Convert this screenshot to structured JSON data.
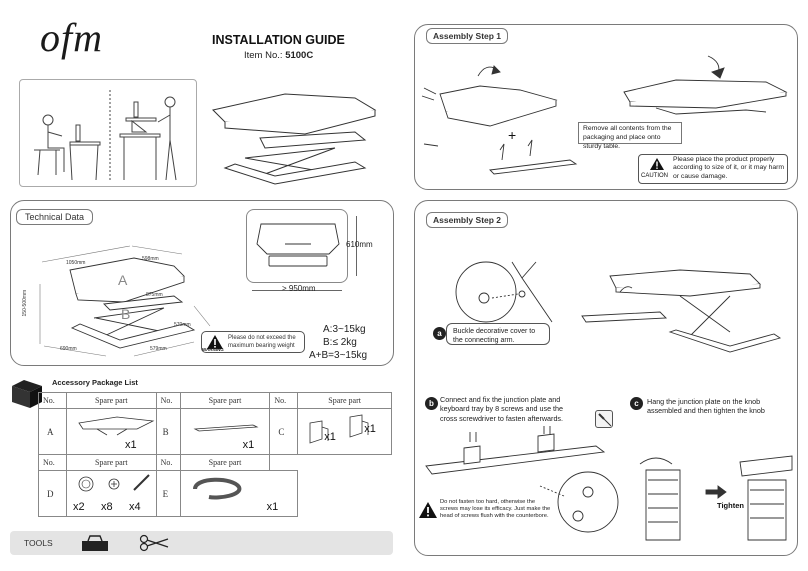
{
  "brand": {
    "logo": "ofm"
  },
  "header": {
    "title": "INSTALLATION GUIDE",
    "item_label": "Item No.:",
    "item_no": "5100C"
  },
  "technical": {
    "tab": "Technical Data",
    "dims": {
      "width_top": "610mm",
      "depth": "> 950mm",
      "d1": "1050mm",
      "d2": "598mm",
      "d3": "150-500mm",
      "d4": "690mm",
      "d5": "579mm",
      "d6": "875mm",
      "d7": "570mm"
    },
    "labels": {
      "a": "A",
      "b": "B"
    },
    "warning_tag": "WARNING",
    "warning_text": "Please do not exceed the maximum bearing weight",
    "loads": [
      "A:3~15kg",
      "B:≤ 2kg",
      "A+B=3~15kg"
    ]
  },
  "accessory": {
    "title": "Accessory Package List",
    "col_no": "No.",
    "col_part": "Spare part",
    "rows": [
      {
        "no": "A",
        "qty": "x1"
      },
      {
        "no": "B",
        "qty": "x1"
      },
      {
        "no": "C",
        "qty1": "x1",
        "qty2": "x1"
      },
      {
        "no": "D",
        "q1": "x2",
        "q2": "x8",
        "q3": "x4"
      },
      {
        "no": "E",
        "qty": "x1"
      }
    ]
  },
  "tools": {
    "label": "TOOLS"
  },
  "step1": {
    "tab": "Assembly Step 1",
    "plus": "+",
    "note": "Remove all contents from the packaging and place onto sturdy table.",
    "caution_tag": "CAUTION",
    "caution_text": "Please place the product properly according to size of it, or it may harm or cause damage."
  },
  "step2": {
    "tab": "Assembly Step 2",
    "a_badge": "a",
    "a_text": "Buckle decorative cover to the connecting arm.",
    "b_badge": "b",
    "b_text": "Connect and fix the junction plate and keyboard tray by 8 screws and use the cross screwdriver to fasten afterwards.",
    "c_badge": "c",
    "c_text": "Hang the junction plate on the knob assembled and then tighten the knob",
    "warn_text": "Do not fasten too hard, otherwise the screws may lose its efficacy. Just make the head of screws flush with the counterbore.",
    "tighten": "Tighten"
  }
}
